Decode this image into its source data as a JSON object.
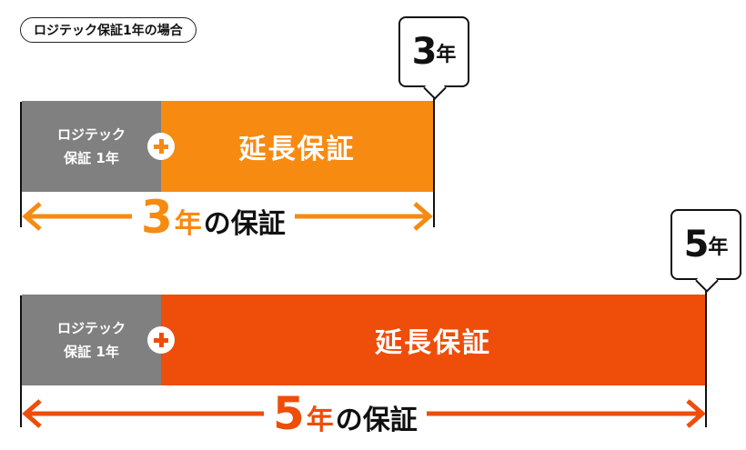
{
  "header": {
    "tag_label": "ロジテック保証1年の場合"
  },
  "colors": {
    "base_gray": "#808080",
    "orange_3yr": "#f78a11",
    "orange_5yr": "#ee4d0a",
    "ink": "#111111"
  },
  "rows": [
    {
      "callout_number": "3",
      "callout_unit": "年",
      "base_line1": "ロジテック",
      "base_line2": "保証 1年",
      "extension_label": "延長保証",
      "span_number": "3",
      "span_unit": "年",
      "span_rest": "の保証",
      "color": "#f78a11"
    },
    {
      "callout_number": "5",
      "callout_unit": "年",
      "base_line1": "ロジテック",
      "base_line2": "保証 1年",
      "extension_label": "延長保証",
      "span_number": "5",
      "span_unit": "年",
      "span_rest": "の保証",
      "color": "#ee4d0a"
    }
  ]
}
